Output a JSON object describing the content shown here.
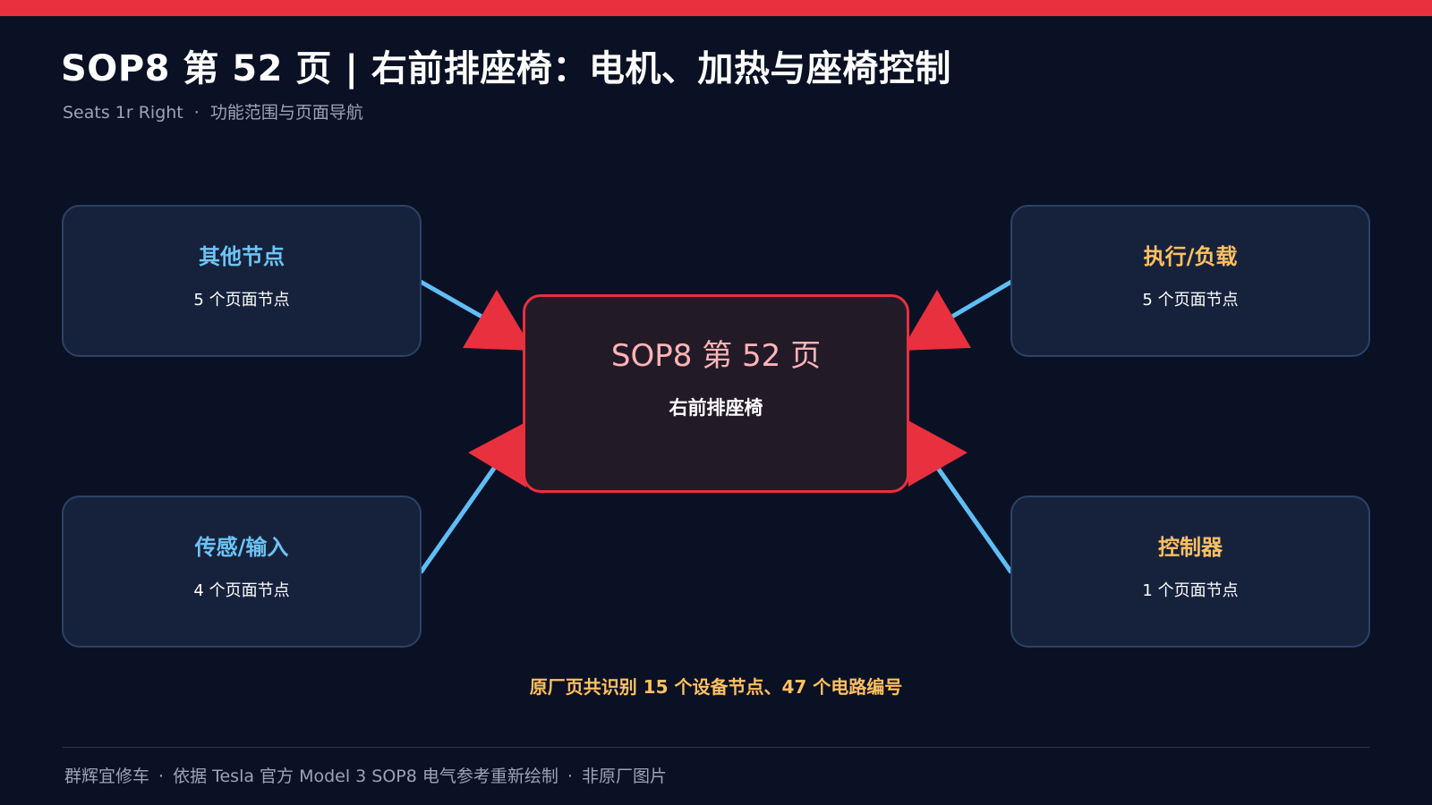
{
  "header": {
    "title": "SOP8 第 52 页 | 右前排座椅：电机、加热与座椅控制",
    "subtitle_en": "Seats 1r Right",
    "subtitle_separator": "·",
    "subtitle_cn": "功能范围与页面导航"
  },
  "diagram": {
    "center": {
      "title": "SOP8 第 52 页",
      "subtitle": "右前排座椅"
    },
    "nodes": [
      {
        "title": "其他节点",
        "count_text": "5 个页面节点",
        "color": "#6cc4f4"
      },
      {
        "title": "执行/负载",
        "count_text": "5 个页面节点",
        "color": "#ffc061"
      },
      {
        "title": "传感/输入",
        "count_text": "4 个页面节点",
        "color": "#6cc4f4"
      },
      {
        "title": "控制器",
        "count_text": "1 个页面节点",
        "color": "#ffc061"
      }
    ],
    "link_color": "#5fbef5",
    "arrow_color": "#e8303f"
  },
  "summary": "原厂页共识别 15 个设备节点、47 个电路编号",
  "footer": {
    "part1": "群辉宜修车",
    "sep": "·",
    "part2": "依据 Tesla 官方 Model 3 SOP8 电气参考重新绘制",
    "part3": "非原厂图片"
  },
  "colors": {
    "background": "#0b1124",
    "accent": "#e8303f",
    "node_fill": "#16223c",
    "node_border": "#2c4268",
    "center_fill": "#231a28"
  }
}
